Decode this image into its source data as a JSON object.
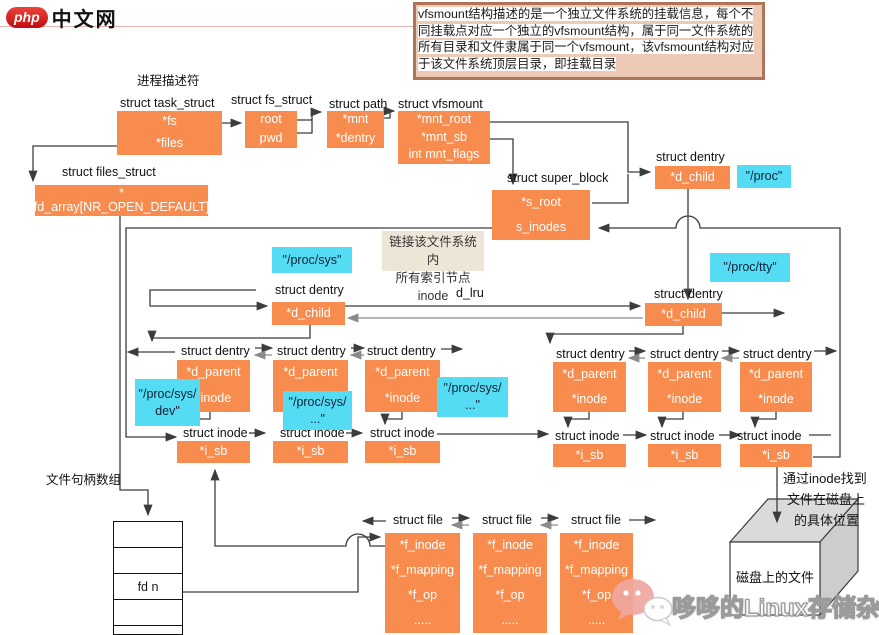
{
  "header": {
    "logo_badge": "php",
    "logo_title": "中文网"
  },
  "annotation": {
    "text": "vfsmount结构描述的是一个独立文件系统的挂载信息，每个不同挂载点对应一个独立的vfsmount结构，属于同一文件系统的所有目录和文件隶属于同一个vfsmount，该vfsmount结构对应于该文件系统顶层目录，即挂载目录"
  },
  "labels": {
    "process_descriptor": "进程描述符",
    "task_struct": "struct task_struct",
    "fs_struct": "struct fs_struct",
    "path": "struct path",
    "vfsmount": "struct vfsmount",
    "files_struct": "struct files_struct",
    "super_block": "struct super_block",
    "dentry": "struct dentry",
    "inode": "struct inode",
    "file": "struct file",
    "d_lru": "d_lru",
    "fd_array_label": "文件句柄数组",
    "fd_n": "fd n",
    "inode_note_line1": "链接该文件系统内",
    "inode_note_line2": "所有索引节点inode",
    "disk_hint_line1": "通过inode找到",
    "disk_hint_line2": "文件在磁盘上",
    "disk_hint_line3": "的具体位置",
    "disk_label": "磁盘上的文件",
    "watermark": "哆哆的Linux存储杂记"
  },
  "fields": {
    "task": [
      "*fs",
      "*files"
    ],
    "fs": [
      "root",
      "pwd"
    ],
    "path": [
      "*mnt",
      "*dentry"
    ],
    "vfsmount": [
      "*mnt_root",
      "*mnt_sb",
      "int mnt_flags"
    ],
    "files": [
      "* fd_array[NR_OPEN_DEFAULT]"
    ],
    "super_block": [
      "*s_root",
      "s_inodes"
    ],
    "d_child": "*d_child",
    "d_parent": "*d_parent",
    "inode_ptr": "*inode",
    "i_sb": "*i_sb",
    "file": [
      "*f_inode",
      "*f_mapping",
      "*f_op",
      "....."
    ]
  },
  "paths": {
    "proc": "\"/proc\"",
    "proc_sys": "\"/proc/sys\"",
    "proc_tty": "\"/proc/tty\"",
    "proc_sys_dev_l1": "\"/proc/sys/",
    "proc_sys_dev_l2": "dev\"",
    "proc_sys_etc_l1": "\"/proc/sys/",
    "proc_sys_etc_l2": "...\""
  },
  "colors": {
    "struct_box": "#F78C4E",
    "path_chip": "#55DCF5",
    "note_bg": "#EDE6D6",
    "annotation_border": "#AF7457",
    "logo_red": "#C60B12"
  }
}
